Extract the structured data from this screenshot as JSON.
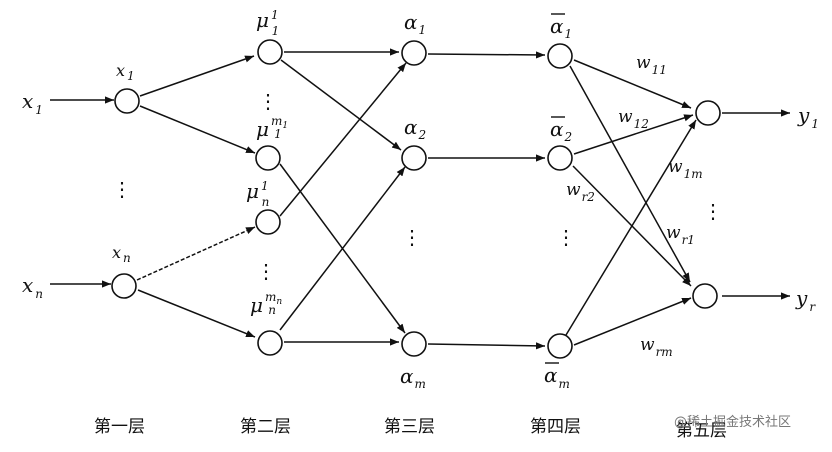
{
  "labels": {
    "in_x1_base": "x",
    "in_x1_sub": "1",
    "in_xn_base": "x",
    "in_xn_sub": "n",
    "n_x1_base": "x",
    "n_x1_sub": "1",
    "n_xn_base": "x",
    "n_xn_sub": "n",
    "mu11_base": "μ",
    "mu11_sub": "1",
    "mu11_sup": "1",
    "mu1m_base": "μ",
    "mu1m_sub": "1",
    "mu1m_sup": "m",
    "mu1m_supsub": "1",
    "mun1_base": "μ",
    "mun1_sub": "n",
    "mun1_sup": "1",
    "munm_base": "μ",
    "munm_sub": "n",
    "munm_sup": "m",
    "munm_supsub": "n",
    "a1_base": "α",
    "a1_sub": "1",
    "a2_base": "α",
    "a2_sub": "2",
    "am_base": "α",
    "am_sub": "m",
    "ab1_base": "α",
    "ab1_sub": "1",
    "ab2_base": "α",
    "ab2_sub": "2",
    "abm_base": "α",
    "abm_sub": "m",
    "w11_base": "w",
    "w11_sub": "11",
    "w12_base": "w",
    "w12_sub": "12",
    "w1m_base": "w",
    "w1m_sub": "1m",
    "wr2_base": "w",
    "wr2_sub": "r2",
    "wr1_base": "w",
    "wr1_sub": "r1",
    "wrm_base": "w",
    "wrm_sub": "rm",
    "y1_base": "y",
    "y1_sub": "1",
    "yr_base": "y",
    "yr_sub": "r"
  },
  "dots": "⋮",
  "layers": [
    "第一层",
    "第二层",
    "第三层",
    "第四层",
    "第五层"
  ],
  "watermark": "@稀土掘金技术社区"
}
